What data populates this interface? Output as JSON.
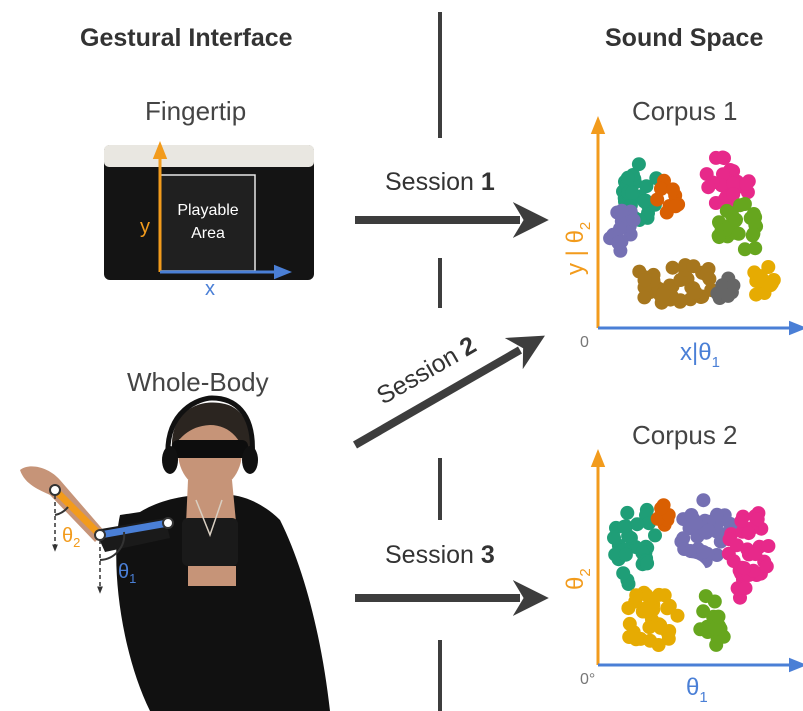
{
  "headers": {
    "left": "Gestural Interface",
    "right": "Sound Space"
  },
  "interfaces": {
    "fingertip": {
      "title": "Fingertip",
      "playable_area": [
        "Playable",
        "Area"
      ],
      "x_axis": "x",
      "y_axis": "y"
    },
    "whole_body": {
      "title": "Whole-Body",
      "theta1": "θ",
      "theta1_sub": "1",
      "theta2": "θ",
      "theta2_sub": "2"
    }
  },
  "sessions": [
    {
      "prefix": "Session ",
      "number": "1"
    },
    {
      "prefix": "Session ",
      "number": "2"
    },
    {
      "prefix": "Session ",
      "number": "3"
    }
  ],
  "corpora": [
    {
      "title": "Corpus 1",
      "x_label": "x|θ",
      "x_sub": "1",
      "y_label": "y | θ",
      "y_sub": "2",
      "origin": "0"
    },
    {
      "title": "Corpus 2",
      "x_label": "θ",
      "x_sub": "1",
      "y_label": "θ",
      "y_sub": "2",
      "origin": "0°"
    }
  ],
  "colors": {
    "x_axis": "#4a7fd6",
    "y_axis": "#f29b1c",
    "arrow": "#3d3d3d",
    "divider": "#3d3d3d",
    "cluster_palette": [
      "#1f9e77",
      "#d95f02",
      "#7570b3",
      "#e7298a",
      "#66a61e",
      "#e6ab02",
      "#a6761d",
      "#666666"
    ]
  },
  "icons": [
    "arrow-right-icon",
    "blue-arm-segment-icon",
    "orange-arm-segment-icon"
  ]
}
